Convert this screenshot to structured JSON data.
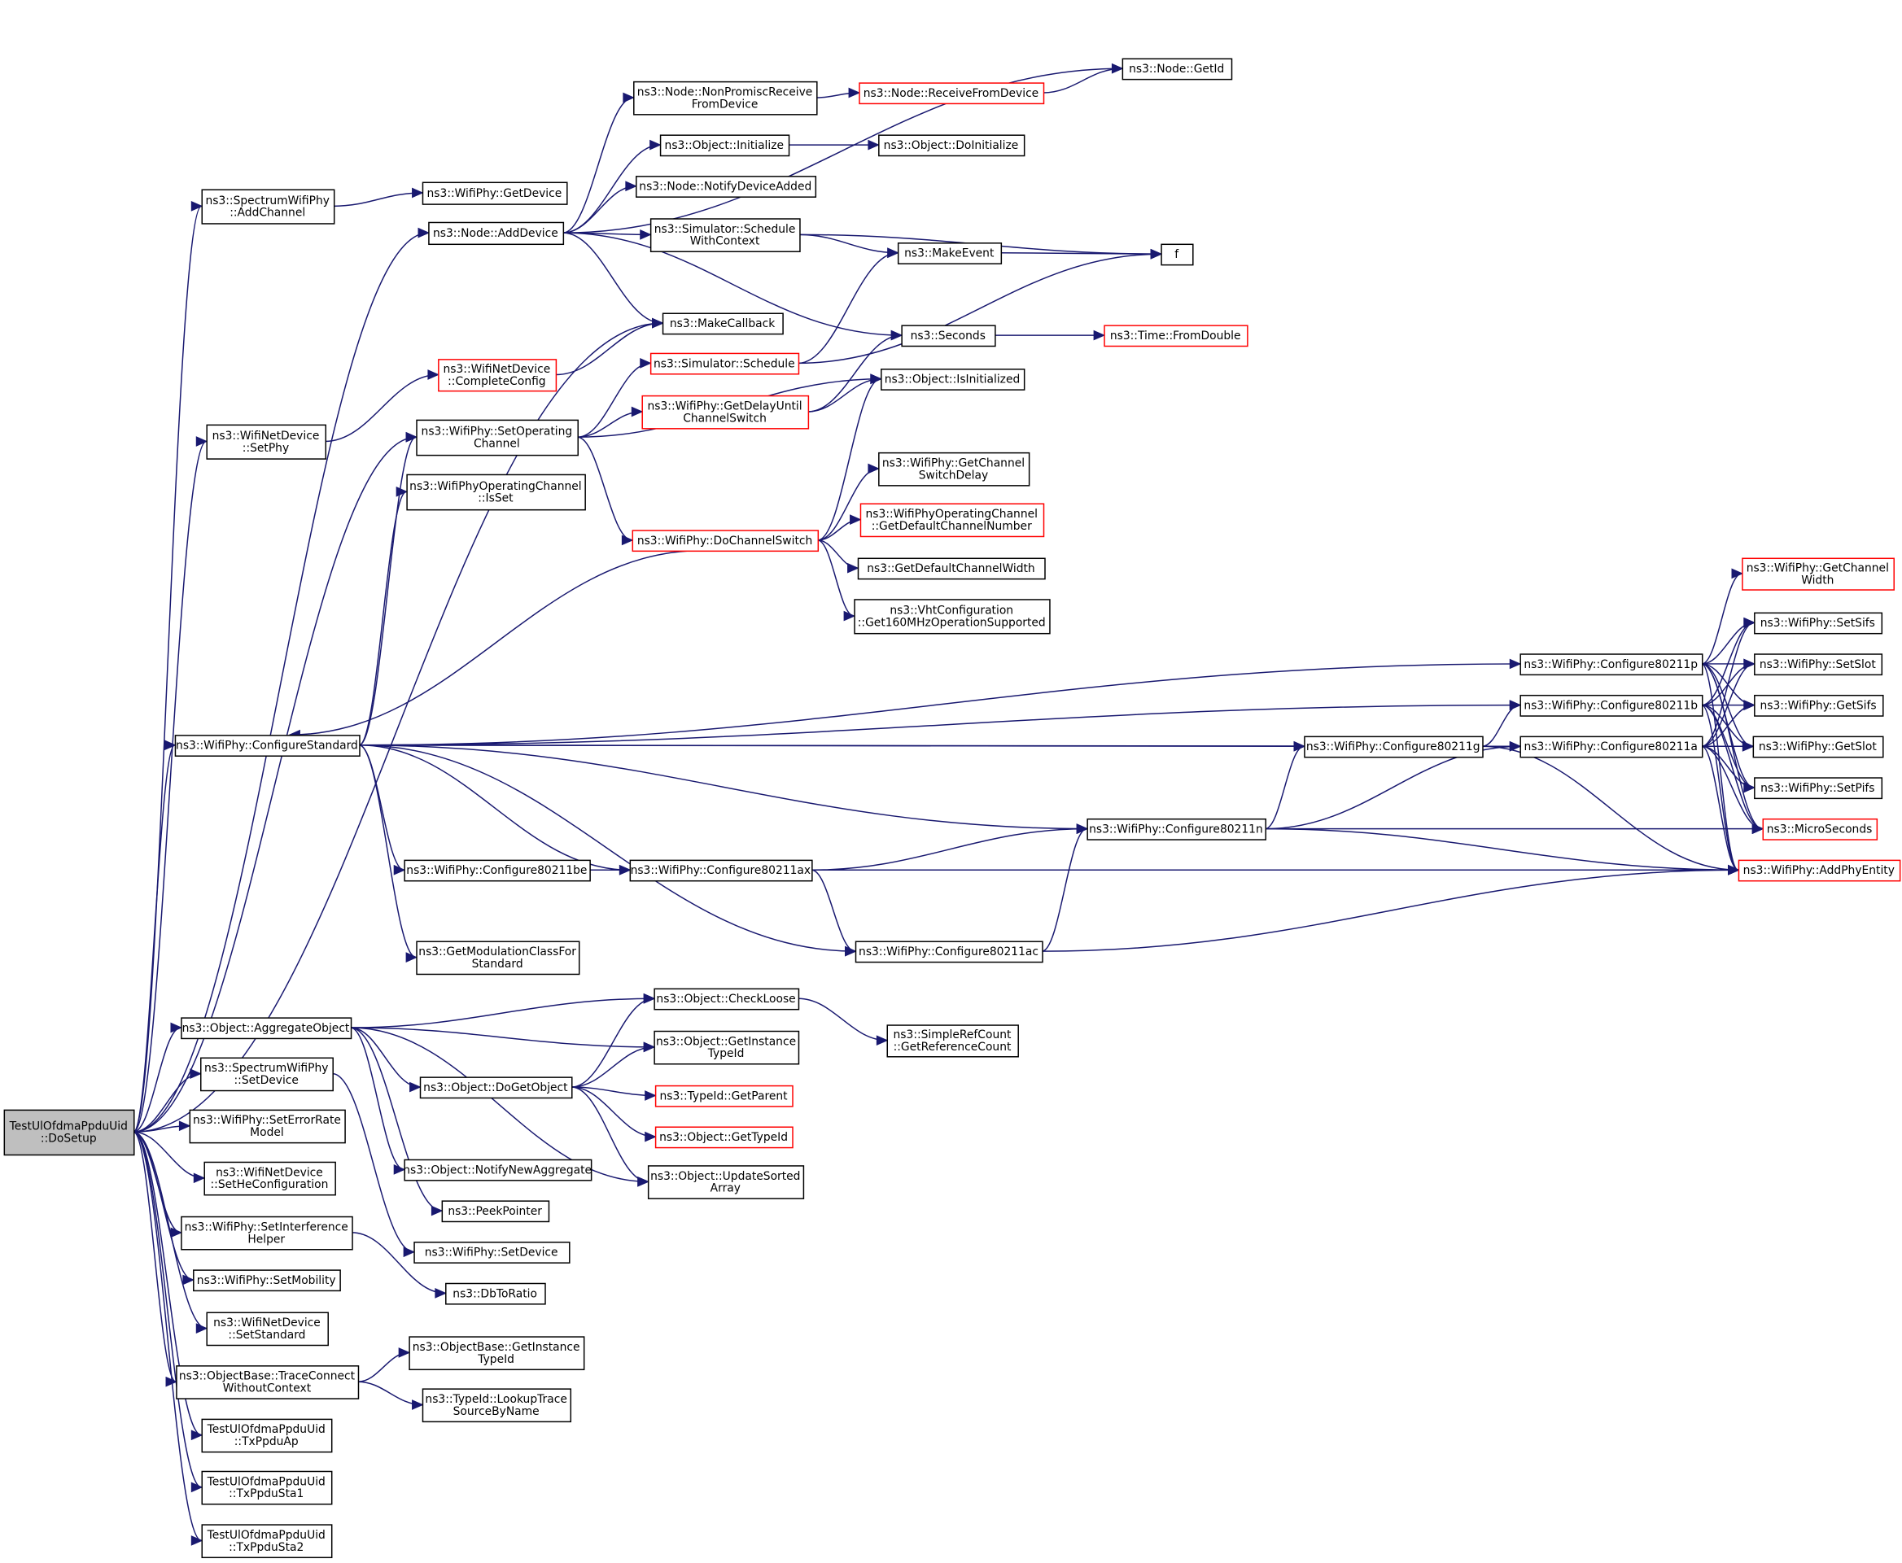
{
  "diagram": {
    "title": "TestUlOfdmaPpduUid::DoSetup call graph",
    "colors": {
      "edge": "#191970",
      "normal_border": "#000000",
      "truncated_border": "#ff0000",
      "root_fill": "#bfbfbf"
    },
    "nodes": [
      {
        "id": "root",
        "lines": [
          "TestUlOfdmaPpduUid",
          "::DoSetup"
        ],
        "style": "root"
      },
      {
        "id": "addChannel",
        "lines": [
          "ns3::SpectrumWifiPhy",
          "::AddChannel"
        ]
      },
      {
        "id": "getDevice",
        "lines": [
          "ns3::WifiPhy::GetDevice"
        ]
      },
      {
        "id": "addDevice",
        "lines": [
          "ns3::Node::AddDevice"
        ]
      },
      {
        "id": "nonPromisc",
        "lines": [
          "ns3::Node::NonPromiscReceive",
          "FromDevice"
        ]
      },
      {
        "id": "receiveFromDevice",
        "lines": [
          "ns3::Node::ReceiveFromDevice"
        ],
        "style": "red"
      },
      {
        "id": "getId",
        "lines": [
          "ns3::Node::GetId"
        ]
      },
      {
        "id": "objInitialize",
        "lines": [
          "ns3::Object::Initialize"
        ]
      },
      {
        "id": "doInitialize",
        "lines": [
          "ns3::Object::DoInitialize"
        ]
      },
      {
        "id": "notifyDeviceAdded",
        "lines": [
          "ns3::Node::NotifyDeviceAdded"
        ]
      },
      {
        "id": "scheduleWithContext",
        "lines": [
          "ns3::Simulator::Schedule",
          "WithContext"
        ]
      },
      {
        "id": "makeEvent",
        "lines": [
          "ns3::MakeEvent"
        ]
      },
      {
        "id": "f",
        "lines": [
          "f"
        ]
      },
      {
        "id": "makeCallback",
        "lines": [
          "ns3::MakeCallback"
        ]
      },
      {
        "id": "seconds",
        "lines": [
          "ns3::Seconds"
        ]
      },
      {
        "id": "fromDouble",
        "lines": [
          "ns3::Time::FromDouble"
        ],
        "style": "red"
      },
      {
        "id": "completeConfig",
        "lines": [
          "ns3::WifiNetDevice",
          "::CompleteConfig"
        ],
        "style": "red"
      },
      {
        "id": "schedule",
        "lines": [
          "ns3::Simulator::Schedule"
        ],
        "style": "red"
      },
      {
        "id": "getDelayUntil",
        "lines": [
          "ns3::WifiPhy::GetDelayUntil",
          "ChannelSwitch"
        ],
        "style": "red"
      },
      {
        "id": "isInitialized",
        "lines": [
          "ns3::Object::IsInitialized"
        ]
      },
      {
        "id": "setPhy",
        "lines": [
          "ns3::WifiNetDevice",
          "::SetPhy"
        ]
      },
      {
        "id": "setOpChannel",
        "lines": [
          "ns3::WifiPhy::SetOperating",
          "Channel"
        ]
      },
      {
        "id": "isSet",
        "lines": [
          "ns3::WifiPhyOperatingChannel",
          "::IsSet"
        ]
      },
      {
        "id": "getChSwitchDelay",
        "lines": [
          "ns3::WifiPhy::GetChannel",
          "SwitchDelay"
        ]
      },
      {
        "id": "getDefChNum",
        "lines": [
          "ns3::WifiPhyOperatingChannel",
          "::GetDefaultChannelNumber"
        ],
        "style": "red"
      },
      {
        "id": "doChannelSwitch",
        "lines": [
          "ns3::WifiPhy::DoChannelSwitch"
        ],
        "style": "red"
      },
      {
        "id": "getDefChWidth",
        "lines": [
          "ns3::GetDefaultChannelWidth"
        ]
      },
      {
        "id": "vht160",
        "lines": [
          "ns3::VhtConfiguration",
          "::Get160MHzOperationSupported"
        ]
      },
      {
        "id": "getChannelWidth",
        "lines": [
          "ns3::WifiPhy::GetChannel",
          "Width"
        ],
        "style": "red"
      },
      {
        "id": "setSifs",
        "lines": [
          "ns3::WifiPhy::SetSifs"
        ]
      },
      {
        "id": "setSlot",
        "lines": [
          "ns3::WifiPhy::SetSlot"
        ]
      },
      {
        "id": "getSifs",
        "lines": [
          "ns3::WifiPhy::GetSifs"
        ]
      },
      {
        "id": "getSlot",
        "lines": [
          "ns3::WifiPhy::GetSlot"
        ]
      },
      {
        "id": "setPifs",
        "lines": [
          "ns3::WifiPhy::SetPifs"
        ]
      },
      {
        "id": "microSeconds",
        "lines": [
          "ns3::MicroSeconds"
        ],
        "style": "red"
      },
      {
        "id": "addPhyEntity",
        "lines": [
          "ns3::WifiPhy::AddPhyEntity"
        ],
        "style": "red"
      },
      {
        "id": "cfgP",
        "lines": [
          "ns3::WifiPhy::Configure80211p"
        ]
      },
      {
        "id": "cfgB",
        "lines": [
          "ns3::WifiPhy::Configure80211b"
        ]
      },
      {
        "id": "cfgA",
        "lines": [
          "ns3::WifiPhy::Configure80211a"
        ]
      },
      {
        "id": "cfgG",
        "lines": [
          "ns3::WifiPhy::Configure80211g"
        ]
      },
      {
        "id": "cfgN",
        "lines": [
          "ns3::WifiPhy::Configure80211n"
        ]
      },
      {
        "id": "cfgStd",
        "lines": [
          "ns3::WifiPhy::ConfigureStandard"
        ]
      },
      {
        "id": "cfgBE",
        "lines": [
          "ns3::WifiPhy::Configure80211be"
        ]
      },
      {
        "id": "cfgAX",
        "lines": [
          "ns3::WifiPhy::Configure80211ax"
        ]
      },
      {
        "id": "cfgAC",
        "lines": [
          "ns3::WifiPhy::Configure80211ac"
        ]
      },
      {
        "id": "getModClass",
        "lines": [
          "ns3::GetModulationClassFor",
          "Standard"
        ]
      },
      {
        "id": "aggregate",
        "lines": [
          "ns3::Object::AggregateObject"
        ]
      },
      {
        "id": "checkLoose",
        "lines": [
          "ns3::Object::CheckLoose"
        ]
      },
      {
        "id": "getRefCount",
        "lines": [
          "ns3::SimpleRefCount",
          "::GetReferenceCount"
        ]
      },
      {
        "id": "getInstTypeId",
        "lines": [
          "ns3::Object::GetInstance",
          "TypeId"
        ]
      },
      {
        "id": "doGetObject",
        "lines": [
          "ns3::Object::DoGetObject"
        ]
      },
      {
        "id": "getParent",
        "lines": [
          "ns3::TypeId::GetParent"
        ],
        "style": "red"
      },
      {
        "id": "getTypeId",
        "lines": [
          "ns3::Object::GetTypeId"
        ],
        "style": "red"
      },
      {
        "id": "updateSorted",
        "lines": [
          "ns3::Object::UpdateSorted",
          "Array"
        ]
      },
      {
        "id": "specSetDevice",
        "lines": [
          "ns3::SpectrumWifiPhy",
          "::SetDevice"
        ]
      },
      {
        "id": "notifyNewAgg",
        "lines": [
          "ns3::Object::NotifyNewAggregate"
        ]
      },
      {
        "id": "peekPointer",
        "lines": [
          "ns3::PeekPointer"
        ]
      },
      {
        "id": "wifiSetDevice",
        "lines": [
          "ns3::WifiPhy::SetDevice"
        ]
      },
      {
        "id": "setErrorRate",
        "lines": [
          "ns3::WifiPhy::SetErrorRate",
          "Model"
        ]
      },
      {
        "id": "setHeConfig",
        "lines": [
          "ns3::WifiNetDevice",
          "::SetHeConfiguration"
        ]
      },
      {
        "id": "setInterference",
        "lines": [
          "ns3::WifiPhy::SetInterference",
          "Helper"
        ]
      },
      {
        "id": "dbToRatio",
        "lines": [
          "ns3::DbToRatio"
        ]
      },
      {
        "id": "setMobility",
        "lines": [
          "ns3::WifiPhy::SetMobility"
        ]
      },
      {
        "id": "setStandard",
        "lines": [
          "ns3::WifiNetDevice",
          "::SetStandard"
        ]
      },
      {
        "id": "traceConnect",
        "lines": [
          "ns3::ObjectBase::TraceConnect",
          "WithoutContext"
        ]
      },
      {
        "id": "objBaseGetInst",
        "lines": [
          "ns3::ObjectBase::GetInstance",
          "TypeId"
        ]
      },
      {
        "id": "lookupTrace",
        "lines": [
          "ns3::TypeId::LookupTrace",
          "SourceByName"
        ]
      },
      {
        "id": "txPpduAp",
        "lines": [
          "TestUlOfdmaPpduUid",
          "::TxPpduAp"
        ]
      },
      {
        "id": "txPpduSta1",
        "lines": [
          "TestUlOfdmaPpduUid",
          "::TxPpduSta1"
        ]
      },
      {
        "id": "txPpduSta2",
        "lines": [
          "TestUlOfdmaPpduUid",
          "::TxPpduSta2"
        ]
      }
    ],
    "edges": [
      [
        "root",
        "addChannel"
      ],
      [
        "root",
        "addDevice"
      ],
      [
        "root",
        "makeCallback"
      ],
      [
        "root",
        "setPhy"
      ],
      [
        "root",
        "setOpChannel"
      ],
      [
        "root",
        "cfgStd"
      ],
      [
        "root",
        "aggregate"
      ],
      [
        "root",
        "specSetDevice"
      ],
      [
        "root",
        "setErrorRate"
      ],
      [
        "root",
        "setHeConfig"
      ],
      [
        "root",
        "setInterference"
      ],
      [
        "root",
        "setMobility"
      ],
      [
        "root",
        "setStandard"
      ],
      [
        "root",
        "traceConnect"
      ],
      [
        "root",
        "txPpduAp"
      ],
      [
        "root",
        "txPpduSta1"
      ],
      [
        "root",
        "txPpduSta2"
      ],
      [
        "addChannel",
        "getDevice"
      ],
      [
        "addDevice",
        "getId"
      ],
      [
        "addDevice",
        "nonPromisc"
      ],
      [
        "addDevice",
        "objInitialize"
      ],
      [
        "addDevice",
        "notifyDeviceAdded"
      ],
      [
        "addDevice",
        "scheduleWithContext"
      ],
      [
        "addDevice",
        "makeCallback"
      ],
      [
        "addDevice",
        "seconds"
      ],
      [
        "nonPromisc",
        "receiveFromDevice"
      ],
      [
        "receiveFromDevice",
        "getId"
      ],
      [
        "objInitialize",
        "doInitialize"
      ],
      [
        "scheduleWithContext",
        "f"
      ],
      [
        "scheduleWithContext",
        "makeEvent"
      ],
      [
        "makeEvent",
        "f"
      ],
      [
        "seconds",
        "fromDouble"
      ],
      [
        "schedule",
        "makeEvent"
      ],
      [
        "schedule",
        "f"
      ],
      [
        "completeConfig",
        "makeCallback"
      ],
      [
        "setPhy",
        "completeConfig"
      ],
      [
        "setOpChannel",
        "schedule"
      ],
      [
        "setOpChannel",
        "getDelayUntil"
      ],
      [
        "setOpChannel",
        "isInitialized"
      ],
      [
        "setOpChannel",
        "doChannelSwitch"
      ],
      [
        "getDelayUntil",
        "seconds"
      ],
      [
        "getDelayUntil",
        "isInitialized"
      ],
      [
        "doChannelSwitch",
        "isInitialized"
      ],
      [
        "doChannelSwitch",
        "getChSwitchDelay"
      ],
      [
        "doChannelSwitch",
        "getDefChNum"
      ],
      [
        "doChannelSwitch",
        "getDefChWidth"
      ],
      [
        "doChannelSwitch",
        "vht160"
      ],
      [
        "doChannelSwitch",
        "cfgStd"
      ],
      [
        "cfgStd",
        "setOpChannel"
      ],
      [
        "cfgStd",
        "isSet"
      ],
      [
        "cfgStd",
        "cfgP"
      ],
      [
        "cfgStd",
        "cfgB"
      ],
      [
        "cfgStd",
        "cfgA"
      ],
      [
        "cfgStd",
        "cfgG"
      ],
      [
        "cfgStd",
        "cfgN"
      ],
      [
        "cfgStd",
        "cfgBE"
      ],
      [
        "cfgStd",
        "cfgAX"
      ],
      [
        "cfgStd",
        "cfgAC"
      ],
      [
        "cfgStd",
        "getModClass"
      ],
      [
        "cfgP",
        "getChannelWidth"
      ],
      [
        "cfgP",
        "setSifs"
      ],
      [
        "cfgP",
        "setSlot"
      ],
      [
        "cfgP",
        "getSifs"
      ],
      [
        "cfgP",
        "getSlot"
      ],
      [
        "cfgP",
        "setPifs"
      ],
      [
        "cfgP",
        "microSeconds"
      ],
      [
        "cfgP",
        "addPhyEntity"
      ],
      [
        "cfgB",
        "setSifs"
      ],
      [
        "cfgB",
        "setSlot"
      ],
      [
        "cfgB",
        "getSifs"
      ],
      [
        "cfgB",
        "getSlot"
      ],
      [
        "cfgB",
        "setPifs"
      ],
      [
        "cfgB",
        "microSeconds"
      ],
      [
        "cfgB",
        "addPhyEntity"
      ],
      [
        "cfgA",
        "setSifs"
      ],
      [
        "cfgA",
        "setSlot"
      ],
      [
        "cfgA",
        "getSifs"
      ],
      [
        "cfgA",
        "getSlot"
      ],
      [
        "cfgA",
        "setPifs"
      ],
      [
        "cfgA",
        "microSeconds"
      ],
      [
        "cfgA",
        "addPhyEntity"
      ],
      [
        "cfgG",
        "cfgB"
      ],
      [
        "cfgG",
        "addPhyEntity"
      ],
      [
        "cfgN",
        "cfgG"
      ],
      [
        "cfgN",
        "cfgA"
      ],
      [
        "cfgN",
        "microSeconds"
      ],
      [
        "cfgN",
        "addPhyEntity"
      ],
      [
        "cfgBE",
        "cfgAX"
      ],
      [
        "cfgBE",
        "addPhyEntity"
      ],
      [
        "cfgAX",
        "cfgN"
      ],
      [
        "cfgAX",
        "cfgAC"
      ],
      [
        "cfgAX",
        "addPhyEntity"
      ],
      [
        "cfgAC",
        "cfgN"
      ],
      [
        "cfgAC",
        "addPhyEntity"
      ],
      [
        "aggregate",
        "checkLoose"
      ],
      [
        "aggregate",
        "getInstTypeId"
      ],
      [
        "aggregate",
        "doGetObject"
      ],
      [
        "aggregate",
        "notifyNewAgg"
      ],
      [
        "aggregate",
        "peekPointer"
      ],
      [
        "aggregate",
        "updateSorted"
      ],
      [
        "checkLoose",
        "getRefCount"
      ],
      [
        "doGetObject",
        "checkLoose"
      ],
      [
        "doGetObject",
        "getInstTypeId"
      ],
      [
        "doGetObject",
        "getParent"
      ],
      [
        "doGetObject",
        "getTypeId"
      ],
      [
        "doGetObject",
        "updateSorted"
      ],
      [
        "specSetDevice",
        "wifiSetDevice"
      ],
      [
        "setInterference",
        "dbToRatio"
      ],
      [
        "traceConnect",
        "objBaseGetInst"
      ],
      [
        "traceConnect",
        "lookupTrace"
      ]
    ]
  }
}
